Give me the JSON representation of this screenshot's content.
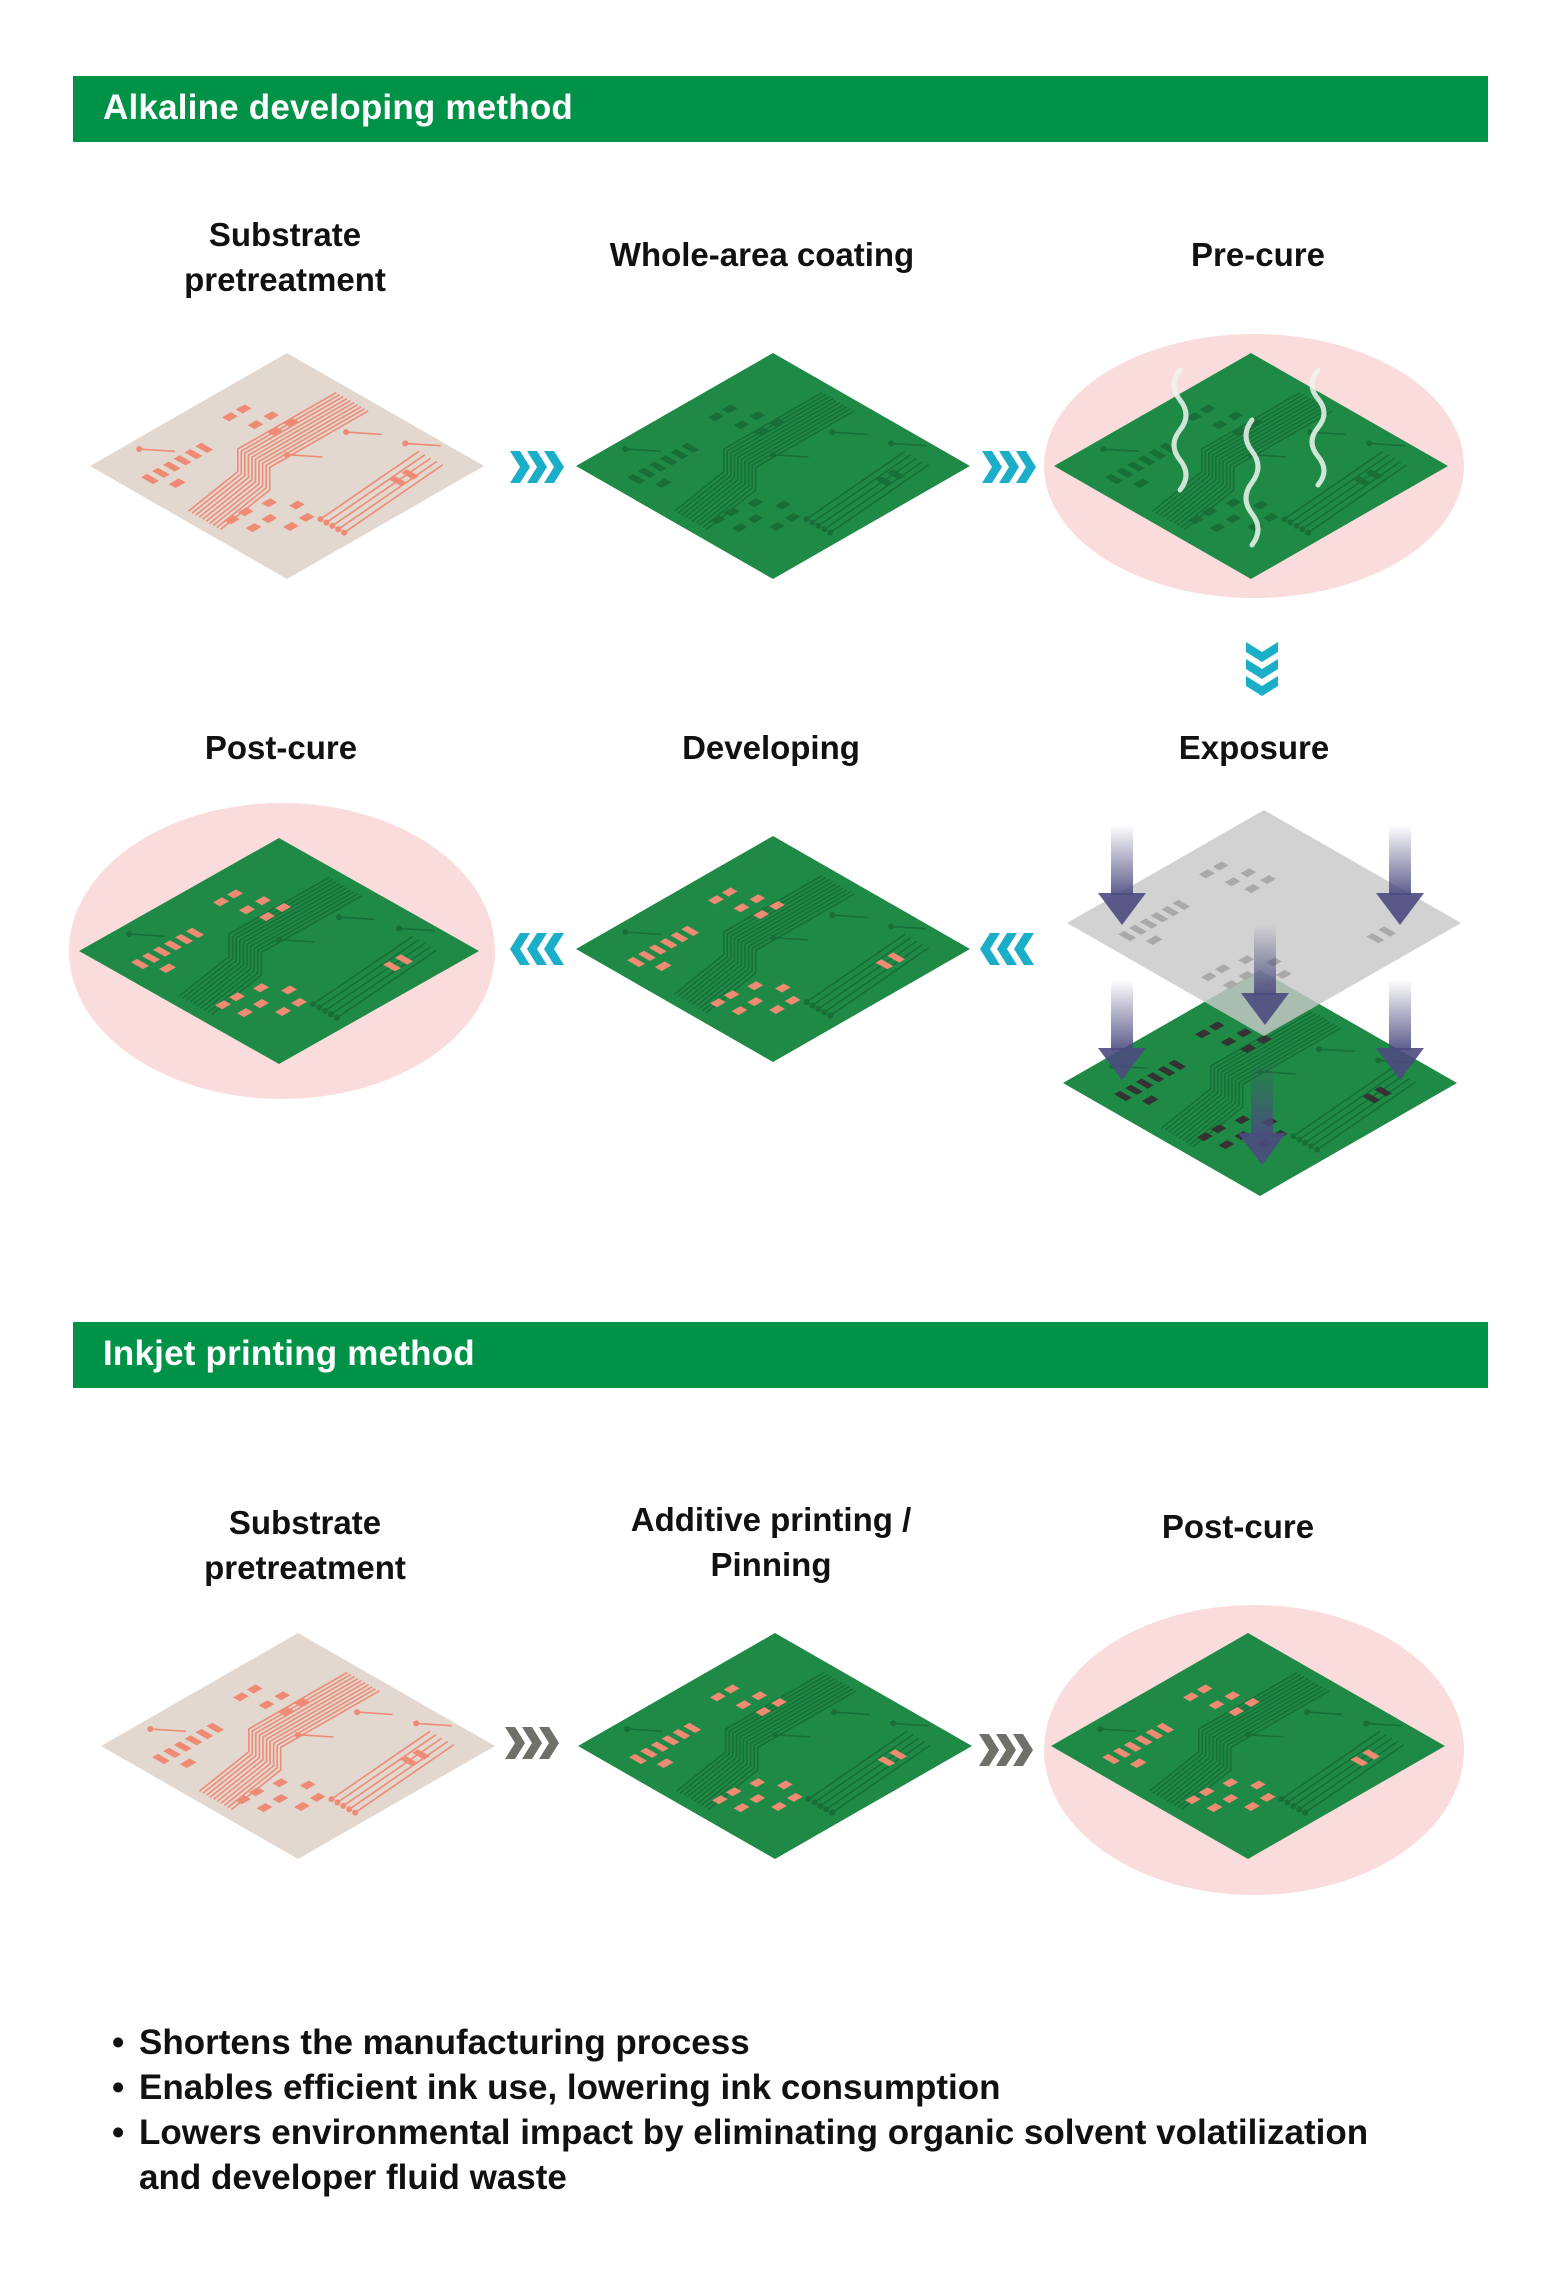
{
  "colors": {
    "section_bar": "#009348",
    "board_green": "#1f8a46",
    "board_trace": "#176f37",
    "substrate": "#e2d8d0",
    "copper_pad": "#ef8a74",
    "cure_glow": "#fadcdc",
    "flow_arrow_alkaline": "#1aaec8",
    "flow_arrow_inkjet": "#706f6a",
    "exposure_arrow": "#4b4a80",
    "photomask": "#c8c8c8"
  },
  "alkaline": {
    "title": "Alkaline developing method",
    "steps": [
      {
        "id": "substrate-pretreatment",
        "lines": [
          "Substrate",
          "pretreatment"
        ],
        "visual": "bare-substrate"
      },
      {
        "id": "whole-area-coating",
        "lines": [
          "Whole-area coating"
        ],
        "visual": "green-board-covered"
      },
      {
        "id": "pre-cure",
        "lines": [
          "Pre-cure"
        ],
        "visual": "green-board-heated-with-vapor"
      },
      {
        "id": "exposure",
        "lines": [
          "Exposure"
        ],
        "visual": "photomask-over-board-with-light-arrows"
      },
      {
        "id": "developing",
        "lines": [
          "Developing"
        ],
        "visual": "green-board-pads-exposed"
      },
      {
        "id": "post-cure",
        "lines": [
          "Post-cure"
        ],
        "visual": "green-board-pads-exposed-heated"
      }
    ],
    "flow": [
      "right-chevrons",
      "right-chevrons",
      "down-chevrons",
      "left-chevrons",
      "left-chevrons"
    ]
  },
  "inkjet": {
    "title": "Inkjet printing method",
    "steps": [
      {
        "id": "substrate-pretreatment",
        "lines": [
          "Substrate",
          "pretreatment"
        ],
        "visual": "bare-substrate"
      },
      {
        "id": "additive-printing",
        "lines": [
          "Additive printing /",
          "Pinning"
        ],
        "visual": "green-board-pads-exposed"
      },
      {
        "id": "post-cure",
        "lines": [
          "Post-cure"
        ],
        "visual": "green-board-pads-exposed-heated"
      }
    ],
    "flow": [
      "right-chevrons",
      "right-chevrons"
    ]
  },
  "benefits": [
    "Shortens the manufacturing process",
    "Enables efficient ink use, lowering ink consumption",
    "Lowers environmental impact by eliminating organic solvent volatilization",
    "and developer fluid waste"
  ],
  "bullet_glyph": "•"
}
